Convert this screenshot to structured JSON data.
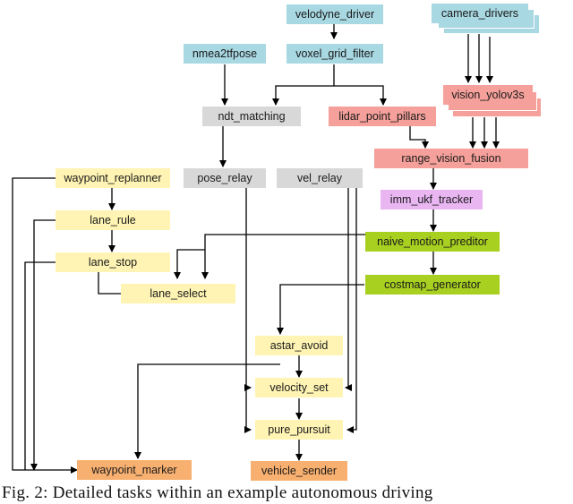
{
  "colors": {
    "blue": "#a8d8e2",
    "grey": "#d8d8d8",
    "red": "#f5a09a",
    "purple": "#e9b6f2",
    "green": "#a8d020",
    "yellow": "#fff4b4",
    "orange": "#f8b070"
  },
  "nodes": {
    "velodyne_driver": "velodyne_driver",
    "camera_drivers": "camera_drivers",
    "nmea2tfpose": "nmea2tfpose",
    "voxel_grid_filter": "voxel_grid_filter",
    "vision_yolov3s": "vision_yolov3s",
    "ndt_matching": "ndt_matching",
    "lidar_point_pillars": "lidar_point_pillars",
    "range_vision_fusion": "range_vision_fusion",
    "waypoint_replanner": "waypoint_replanner",
    "pose_relay": "pose_relay",
    "vel_relay": "vel_relay",
    "imm_ukf_tracker": "imm_ukf_tracker",
    "lane_rule": "lane_rule",
    "naive_motion_preditor": "naive_motion_preditor",
    "lane_stop": "lane_stop",
    "costmap_generator": "costmap_generator",
    "lane_select": "lane_select",
    "astar_avoid": "astar_avoid",
    "velocity_set": "velocity_set",
    "pure_pursuit": "pure_pursuit",
    "waypoint_marker": "waypoint_marker",
    "vehicle_sender": "vehicle_sender"
  },
  "caption": "Fig. 2: Detailed tasks within an example autonomous driving"
}
